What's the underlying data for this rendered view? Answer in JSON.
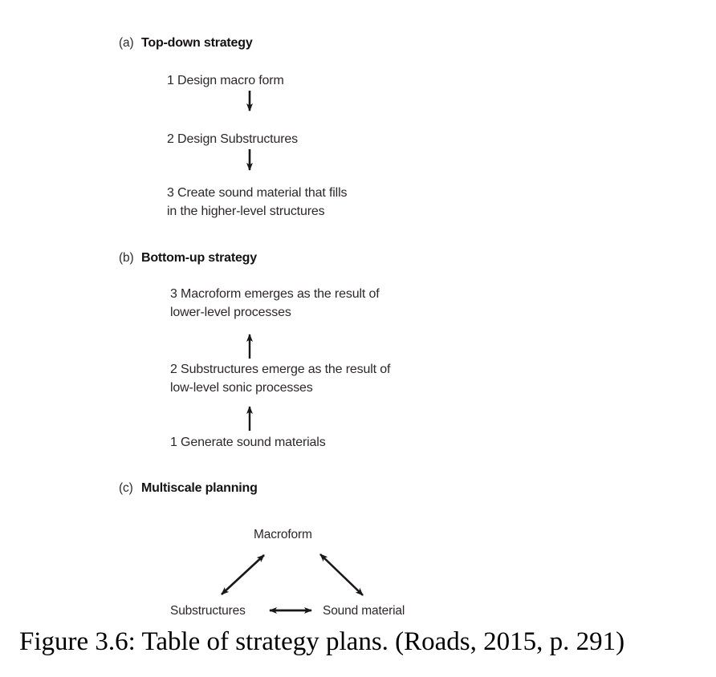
{
  "figure": {
    "caption": "Figure 3.6: Table of strategy plans. (Roads, 2015, p. 291)",
    "background_color": "#ffffff",
    "text_color": "#2c2829",
    "heading_color": "#141212",
    "arrow_color": "#1a1718"
  },
  "sections": [
    {
      "marker": "(a)",
      "title": "Top-down strategy",
      "flow_direction": "down",
      "steps": [
        {
          "number": "1",
          "lines": [
            "1 Design macro form"
          ]
        },
        {
          "number": "2",
          "lines": [
            "2 Design Substructures"
          ]
        },
        {
          "number": "3",
          "lines": [
            "3 Create sound material that fills",
            "in the higher-level structures"
          ]
        }
      ]
    },
    {
      "marker": "(b)",
      "title": "Bottom-up strategy",
      "flow_direction": "up",
      "steps": [
        {
          "number": "3",
          "lines": [
            "3 Macroform emerges as the result of",
            "lower-level processes"
          ]
        },
        {
          "number": "2",
          "lines": [
            "2 Substructures emerge as the result of",
            "low-level sonic processes"
          ]
        },
        {
          "number": "1",
          "lines": [
            "1 Generate sound materials"
          ]
        }
      ]
    },
    {
      "marker": "(c)",
      "title": "Multiscale planning",
      "flow_direction": "bidirectional",
      "nodes": [
        {
          "id": "macroform",
          "label": "Macroform"
        },
        {
          "id": "substructures",
          "label": "Substructures"
        },
        {
          "id": "sound-material",
          "label": "Sound material"
        }
      ],
      "connections": [
        {
          "from": "substructures",
          "to": "macroform",
          "style": "double-headed"
        },
        {
          "from": "macroform",
          "to": "sound-material",
          "style": "double-headed"
        },
        {
          "from": "substructures",
          "to": "sound-material",
          "style": "double-headed"
        }
      ]
    }
  ]
}
